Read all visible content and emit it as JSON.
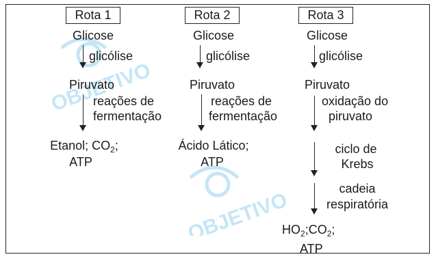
{
  "diagram": {
    "colors": {
      "line": "#222222",
      "text": "#1a1a1a",
      "watermark": "#7ec8ec"
    },
    "watermark_text": "OBJETIVO",
    "routes": [
      {
        "title": "Rota 1",
        "start": "Glicose",
        "step1": "glicólise",
        "middle": "Piruvato",
        "step2_line1": "reações de",
        "step2_line2": "fermentação",
        "product_main": "Etanol; CO",
        "product_sub": "2",
        "product_tail": ";",
        "product_line2": "ATP"
      },
      {
        "title": "Rota 2",
        "start": "Glicose",
        "step1": "glicólise",
        "middle": "Piruvato",
        "step2_line1": "reações de",
        "step2_line2": "fermentação",
        "product_line1": "Ácido Lático;",
        "product_line2": "ATP"
      },
      {
        "title": "Rota 3",
        "start": "Glicose",
        "step1": "glicólise",
        "middle": "Piruvato",
        "step2_line1": "oxidação do",
        "step2_line2": "piruvato",
        "step3_line1": "ciclo de",
        "step3_line2": "Krebs",
        "step4_line1": "cadeia",
        "step4_line2": "respiratória",
        "product_a": "HO",
        "product_a_sub": "2",
        "product_b": ";CO",
        "product_b_sub": "2",
        "product_c": ";",
        "product_line2": "ATP"
      }
    ]
  }
}
